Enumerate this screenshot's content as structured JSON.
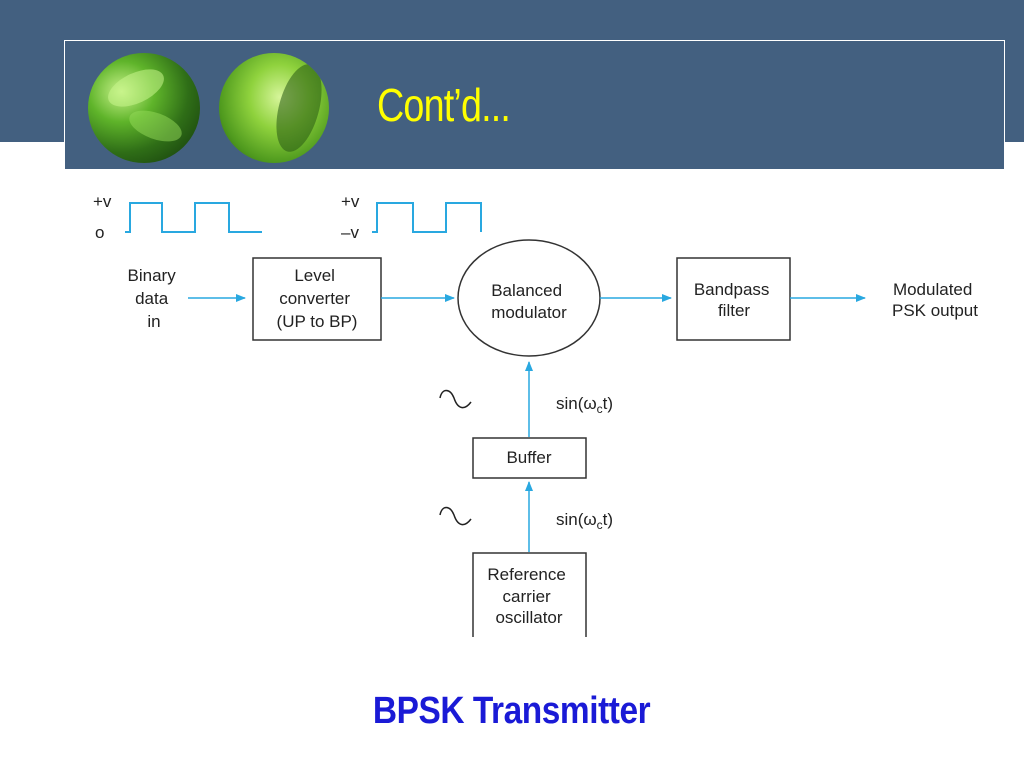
{
  "slide": {
    "title": "Cont’d...",
    "caption": "BPSK Transmitter"
  },
  "colors": {
    "header": "#436080",
    "title": "#ffff00",
    "caption": "#1a1ad6",
    "signal": "#29a8e0"
  },
  "diagram": {
    "input_waveform": {
      "high": "+v",
      "low": "o"
    },
    "output_waveform": {
      "high": "+v",
      "low": "–v"
    },
    "input_label": [
      "Binary",
      "data",
      "in"
    ],
    "level_converter": [
      "Level",
      "converter",
      "(UP to BP)"
    ],
    "balanced_modulator": [
      "Balanced",
      "modulator"
    ],
    "bandpass_filter": [
      "Bandpass",
      "filter"
    ],
    "output_label": [
      "Modulated",
      "PSK output"
    ],
    "buffer": "Buffer",
    "oscillator": [
      "Reference",
      "carrier",
      "oscillator"
    ],
    "carrier_signal": {
      "prefix": "sin(ω",
      "subscript": "c",
      "suffix": "t)"
    }
  }
}
